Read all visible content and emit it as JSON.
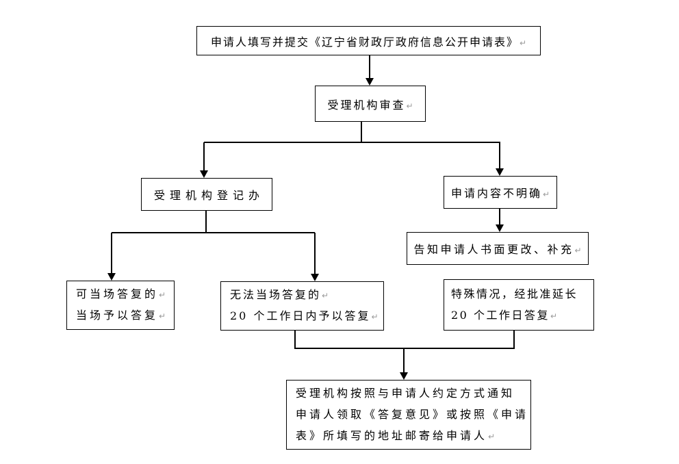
{
  "marks": {
    "return_mark": "↵"
  },
  "flowchart": {
    "nodes": {
      "submit": {
        "text": "申请人填写并提交《辽宁省财政厅政府信息公开申请表》"
      },
      "review": {
        "text": "受理机构审查"
      },
      "register": {
        "text": "受理机构登记办"
      },
      "unclear": {
        "text": "申请内容不明确"
      },
      "amend": {
        "text": "告知申请人书面更改、补充"
      },
      "onsite": {
        "lines": [
          "可当场答复的",
          "当场予以答复"
        ]
      },
      "delayed": {
        "lines": [
          "无法当场答复的",
          "20 个工作日内予以答复"
        ]
      },
      "special": {
        "lines": [
          "特殊情况，经批准延长",
          "20 个工作日答复"
        ]
      },
      "final": {
        "lines": [
          "受理机构按照与申请人约定方式通知",
          "申请人领取《答复意见》或按照《申请",
          "表》所填写的地址邮寄给申请人"
        ]
      }
    }
  }
}
